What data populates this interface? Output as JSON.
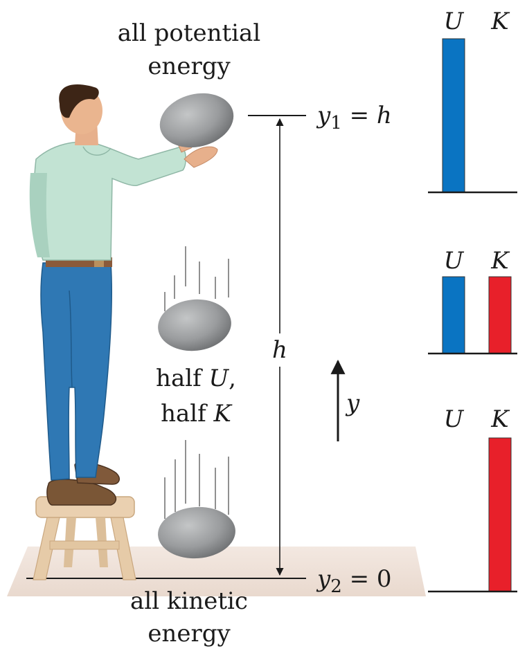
{
  "labels": {
    "top_line1": "all potential",
    "top_line2": "energy",
    "mid_line1_prefix": "half ",
    "mid_line1_var": "U",
    "mid_line1_suffix": ",",
    "mid_line2_prefix": "half ",
    "mid_line2_var": "K",
    "bottom_line1": "all kinetic",
    "bottom_line2": "energy"
  },
  "markers": {
    "y1_var": "y",
    "y1_sub": "1",
    "y1_eq": " = ",
    "y1_val": "h",
    "y2_var": "y",
    "y2_sub": "2",
    "y2_eq": " = 0",
    "height": "h",
    "axis": "y"
  },
  "bar_groups": [
    {
      "name": "top",
      "U": {
        "label": "U",
        "level": 1.0
      },
      "K": {
        "label": "K",
        "level": 0.0
      }
    },
    {
      "name": "middle",
      "U": {
        "label": "U",
        "level": 0.5
      },
      "K": {
        "label": "K",
        "level": 0.5
      }
    },
    {
      "name": "bottom",
      "U": {
        "label": "U",
        "level": 0.0
      },
      "K": {
        "label": "K",
        "level": 1.0
      }
    }
  ],
  "colors": {
    "potential": "#0a74c2",
    "kinetic": "#e8202a",
    "ground": "#efe2d9",
    "rock": "#9a9c9e",
    "shirt": "#bfe0d0",
    "jeans": "#2f78b4",
    "stool": "#e8ceae"
  }
}
